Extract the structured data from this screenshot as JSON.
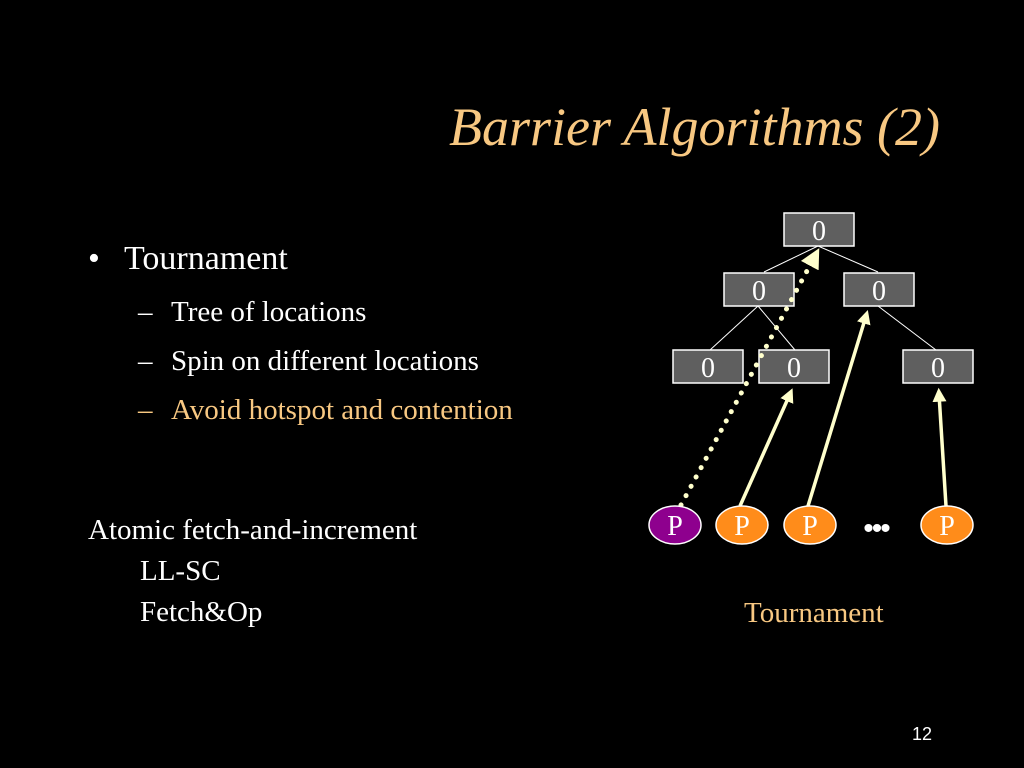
{
  "slide": {
    "title": "Barrier Algorithms (2)",
    "bullet": {
      "marker": "•",
      "text": "Tournament",
      "subitems": [
        {
          "marker": "–",
          "text": "Tree of locations"
        },
        {
          "marker": "–",
          "text": "Spin on different locations"
        },
        {
          "marker": "–",
          "text": "Avoid hotspot and contention"
        }
      ]
    },
    "atomic": {
      "heading": "Atomic fetch-and-increment",
      "items": [
        "LL-SC",
        "Fetch&Op"
      ]
    },
    "page_number": "12"
  },
  "diagram": {
    "caption": "Tournament",
    "nodes": [
      {
        "id": "root",
        "label": "0"
      },
      {
        "id": "mid-left",
        "label": "0"
      },
      {
        "id": "mid-right",
        "label": "0"
      },
      {
        "id": "leaf-1",
        "label": "0"
      },
      {
        "id": "leaf-2",
        "label": "0"
      },
      {
        "id": "leaf-3",
        "label": "0"
      }
    ],
    "processors": [
      {
        "id": "p1",
        "label": "P",
        "highlighted": true
      },
      {
        "id": "p2",
        "label": "P",
        "highlighted": false
      },
      {
        "id": "p3",
        "label": "P",
        "highlighted": false
      },
      {
        "id": "p4",
        "label": "P",
        "highlighted": false
      }
    ],
    "ellipsis": "•••",
    "colors": {
      "title": "#F8C882",
      "accent_text": "#F8C882",
      "node_fill": "#5F5F5F",
      "node_stroke": "#FFFFFF",
      "processor_fill": "#FF8C1A",
      "processor_highlight_fill": "#8E008E",
      "arrow": "#FFFFCC",
      "background": "#000000"
    }
  }
}
